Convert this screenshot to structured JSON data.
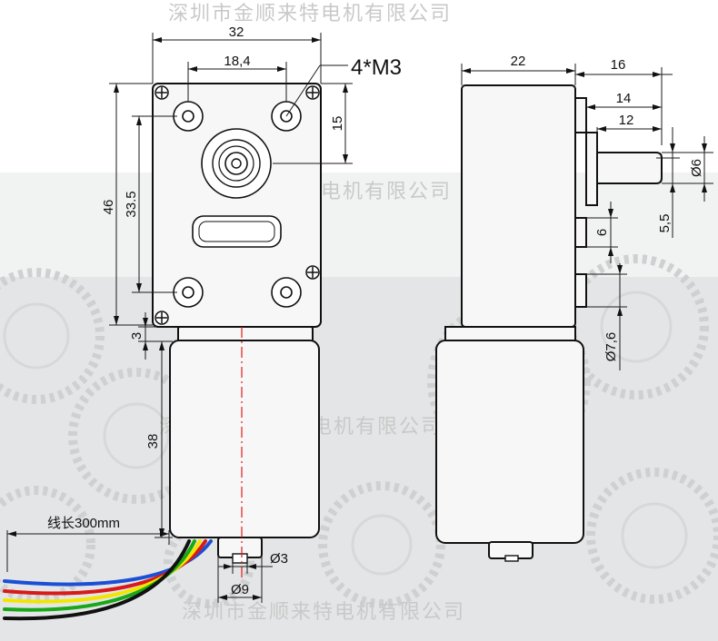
{
  "watermark": "深圳市金顺来特电机有限公司",
  "front_view": {
    "width_overall": "32",
    "hole_spacing_h": "18,4",
    "thread_callout": "4*M3",
    "hole_offset_v": "15",
    "height_overall": "46",
    "hole_spacing_v": "33.5",
    "flange_thickness": "3",
    "motor_length": "38",
    "cable_length": "线长300mm",
    "motor_shaft_dia": "Ø3",
    "boss_dia": "Ø9"
  },
  "side_view": {
    "depth": "22",
    "shaft_total": "16",
    "shaft_len_14": "14",
    "shaft_len_12": "12",
    "shaft_dia": "Ø6",
    "flat": "5,5",
    "boss_len": "6",
    "boss_dia": "Ø7,6"
  },
  "colors": {
    "wires": [
      "#1a4fd6",
      "#d81a1a",
      "#f2e600",
      "#18a818",
      "#111111"
    ]
  }
}
